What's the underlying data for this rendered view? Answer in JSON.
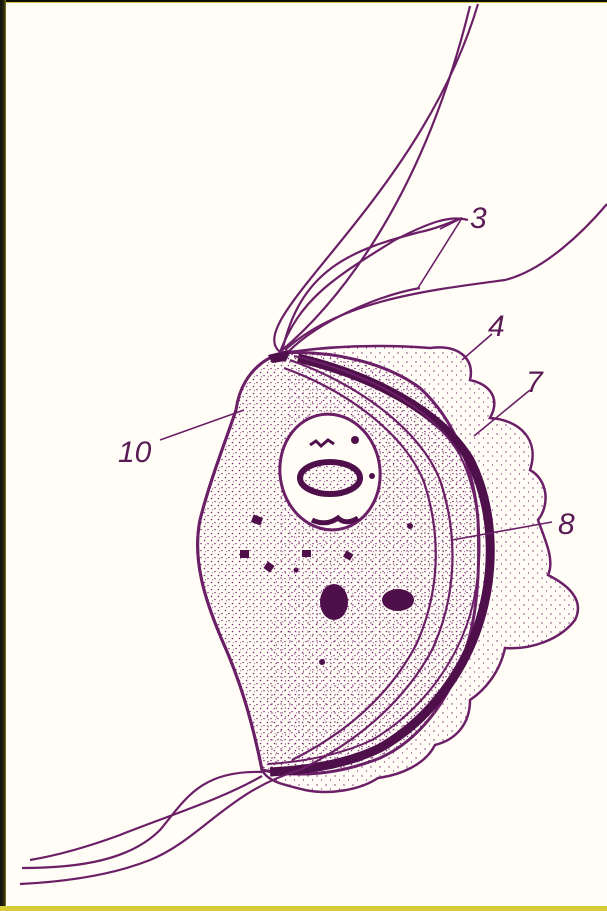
{
  "labels": {
    "flagella": "3",
    "undulating_membrane": "4",
    "costa_outer": "7",
    "costa_inner": "8",
    "blepharoplast": "10"
  },
  "colors": {
    "ink": "#6b1f66",
    "stipple": "#7a2a72",
    "paper": "#fffdf6"
  }
}
